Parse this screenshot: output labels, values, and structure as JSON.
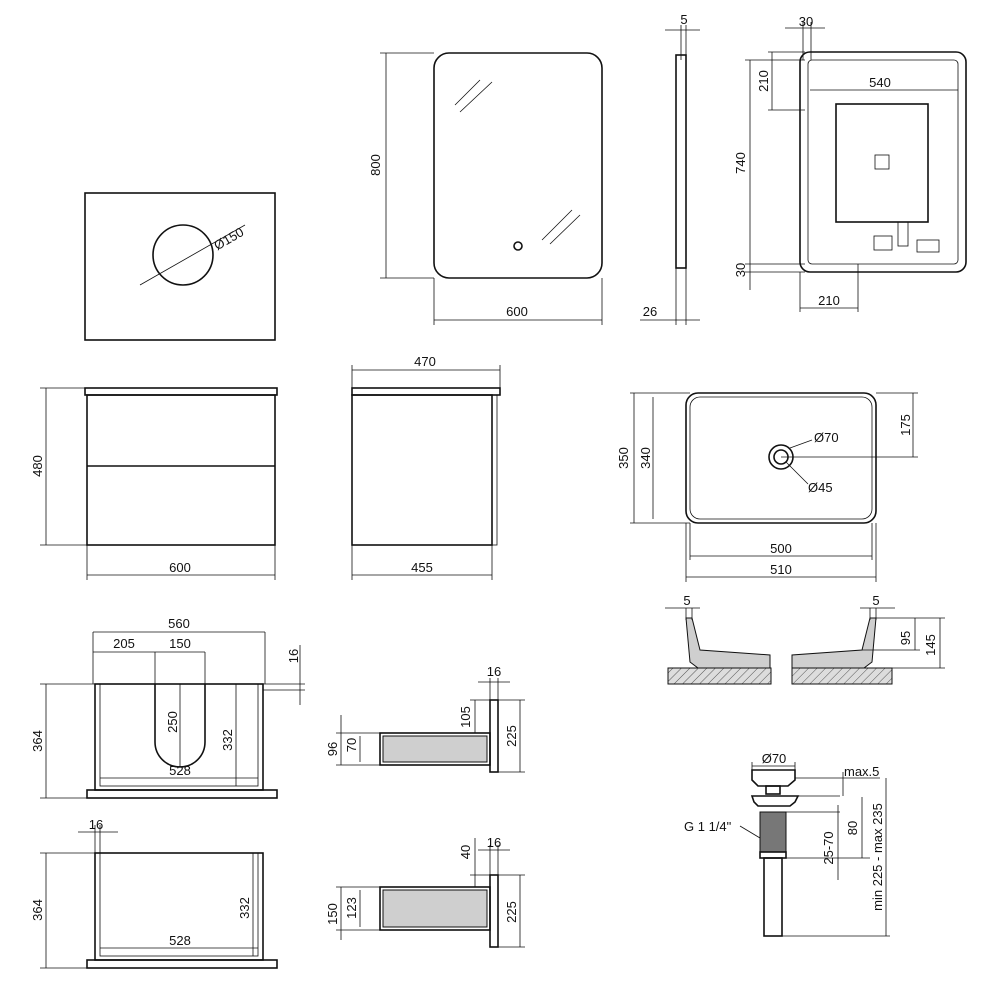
{
  "countertop": {
    "hole": "Ø150"
  },
  "mirror_front": {
    "height": "800",
    "width": "600"
  },
  "mirror_side": {
    "thickness": "5",
    "depth": "26"
  },
  "mirror_back": {
    "edge_top": "30",
    "mount_offset": "210",
    "inner_width": "540",
    "inner_height": "740",
    "edge_bottom": "30",
    "bottom_offset": "210"
  },
  "cabinet_front": {
    "height": "480",
    "width": "600"
  },
  "cabinet_side": {
    "top_depth": "470",
    "body_depth": "455"
  },
  "basin_plan": {
    "outer_depth": "350",
    "inner_depth": "340",
    "drain_offset": "175",
    "drain_outer": "Ø70",
    "drain_inner": "Ø45",
    "inner_width": "500",
    "outer_width": "510"
  },
  "basin_section": {
    "rim_left": "5",
    "rim_right": "5",
    "inner_height": "95",
    "outer_height": "145"
  },
  "cabinet_top_drawer": {
    "width": "560",
    "left_offset": "205",
    "cutout_width": "150",
    "panel": "16",
    "height": "364",
    "cutout_depth": "250",
    "inner_height": "332",
    "inner_width": "528"
  },
  "drawer_side_top": {
    "panel": "16",
    "offset": "105",
    "height": "225",
    "outer": "96",
    "inner": "70"
  },
  "cabinet_bottom_drawer": {
    "panel": "16",
    "height": "364",
    "inner_height": "332",
    "inner_width": "528"
  },
  "drawer_side_bottom": {
    "offset": "40",
    "panel": "16",
    "height": "225",
    "outer": "150",
    "inner": "123"
  },
  "drain": {
    "diameter": "Ø70",
    "gap": "max.5",
    "thread": "G 1 1/4\"",
    "thread_len": "80",
    "range": "25-70",
    "total": "min 225 - max 235"
  }
}
